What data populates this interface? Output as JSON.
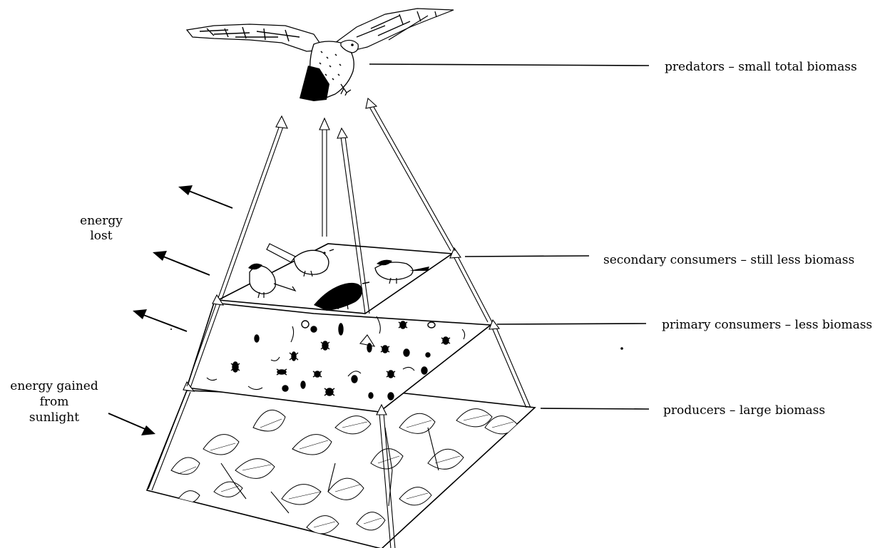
{
  "labels": {
    "predators": "predators – small total biomass",
    "secondary": "secondary consumers – still less biomass",
    "primary": "primary consumers – less biomass",
    "producers": "producers – large biomass",
    "energy_lost": [
      "energy",
      "lost"
    ],
    "energy_gained": [
      "energy gained",
      "from",
      "sunlight"
    ]
  },
  "levels": [
    "predators",
    "secondary consumers",
    "primary consumers",
    "producers"
  ],
  "icons": {
    "top": "hawk-icon",
    "secondary": "bird-icon",
    "primary": "insect-icon",
    "producers": "leaf-icon"
  }
}
